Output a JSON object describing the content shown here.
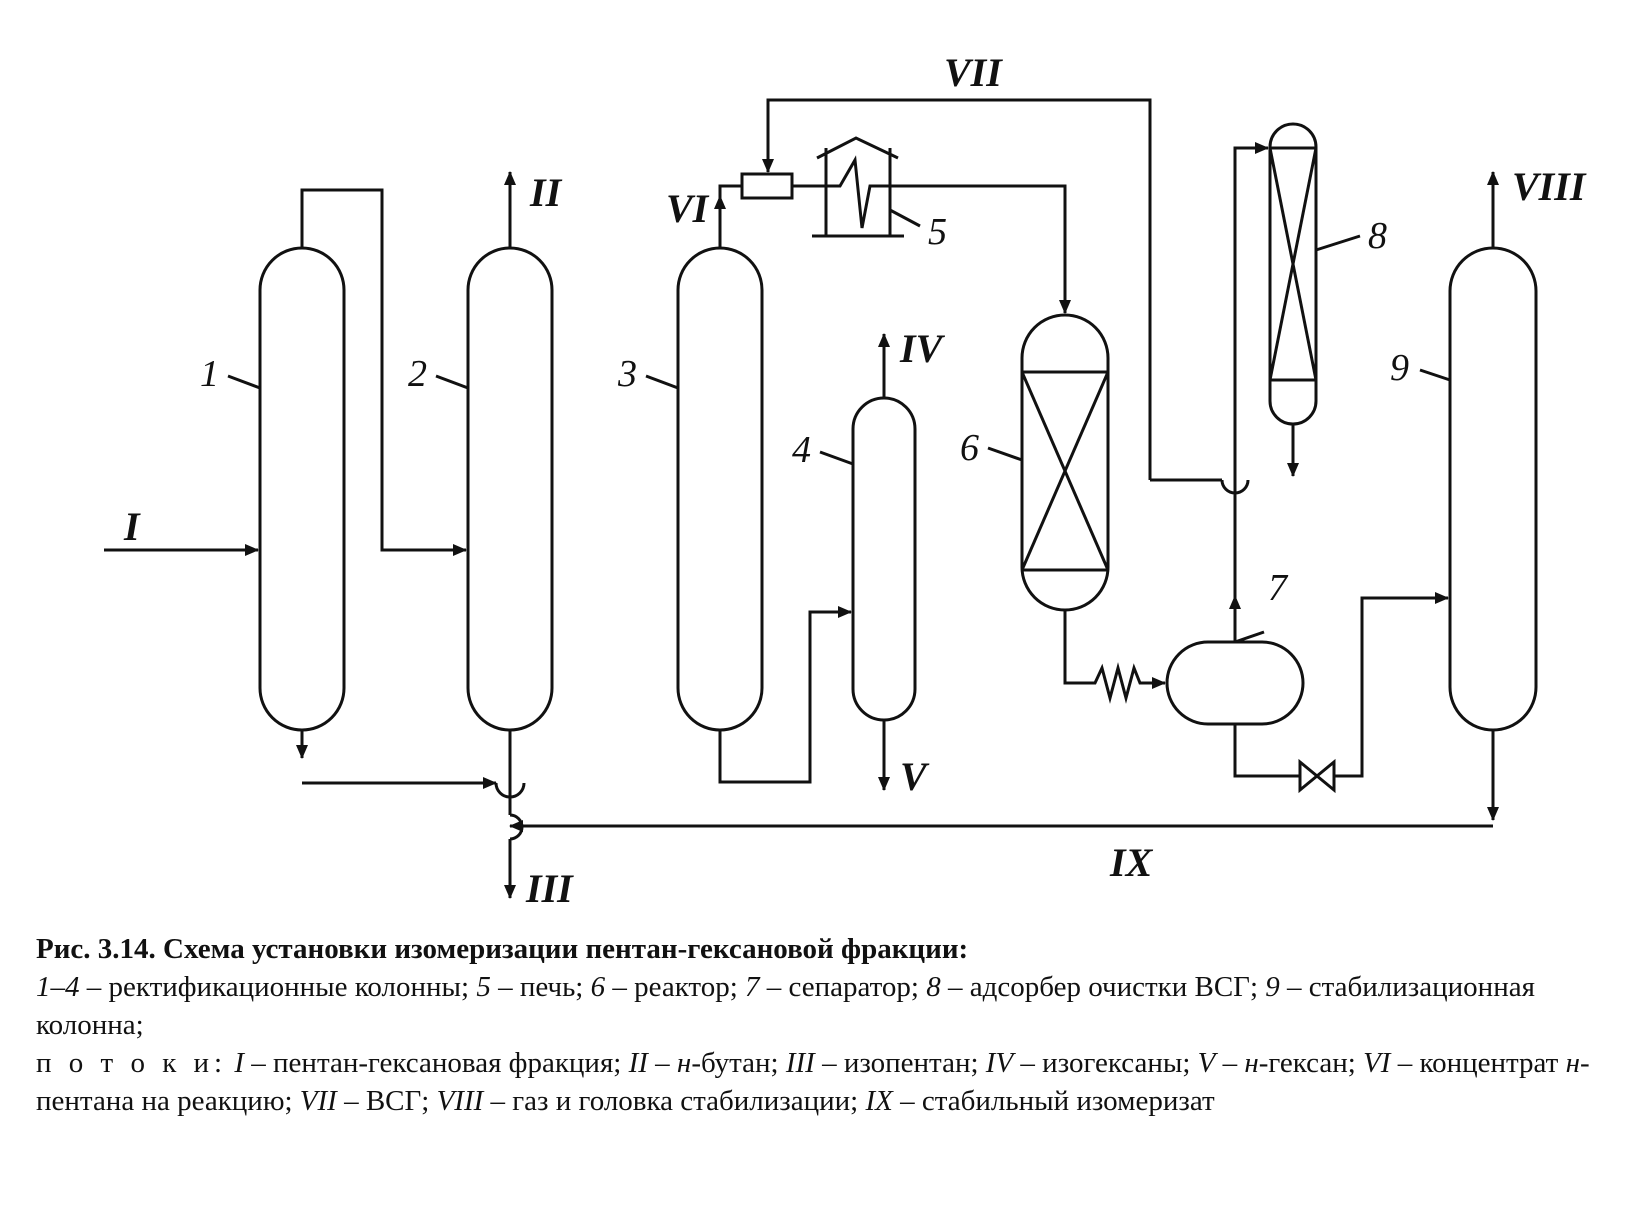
{
  "streams": {
    "I": "I",
    "II": "II",
    "III": "III",
    "IV": "IV",
    "V": "V",
    "VI": "VI",
    "VII": "VII",
    "VIII": "VIII",
    "IX": "IX"
  },
  "equipment": [
    "1",
    "2",
    "3",
    "4",
    "5",
    "6",
    "7",
    "8",
    "9"
  ],
  "caption": {
    "title": "Рис. 3.14. Схема установки изомеризации пентан-гексановой фракции:",
    "items": [
      {
        "key": "1–4",
        "text": " – ректификационные колонны; "
      },
      {
        "key": "5",
        "text": " – печь; "
      },
      {
        "key": "6",
        "text": " – реактор; "
      },
      {
        "key": "7",
        "text": " – сепаратор; "
      },
      {
        "key": "8",
        "text": " – адсорбер очистки ВСГ; "
      },
      {
        "key": "9",
        "text": " – стабилизационная колонна;"
      }
    ],
    "flows_word": "п о т о к и:",
    "flows": [
      {
        "key": "I",
        "text": " – пентан-гексановая фракция; "
      },
      {
        "key": "II",
        "text": " – ",
        "italic": "н",
        "rest": "-бутан; "
      },
      {
        "key": "III",
        "text": " – изопентан; "
      },
      {
        "key": "IV",
        "text": " – изогексаны; "
      },
      {
        "key": "V",
        "text": " – ",
        "italic": "н",
        "rest": "-гексан; "
      },
      {
        "key": "VI",
        "text": " – концентрат ",
        "italic": "н",
        "rest": "-пентана на реакцию; "
      },
      {
        "key": "VII",
        "text": " – ВСГ; "
      },
      {
        "key": "VIII",
        "text": " – газ и головка стабилизации; "
      },
      {
        "key": "IX",
        "text": " – стабильный изомеризат"
      }
    ]
  }
}
